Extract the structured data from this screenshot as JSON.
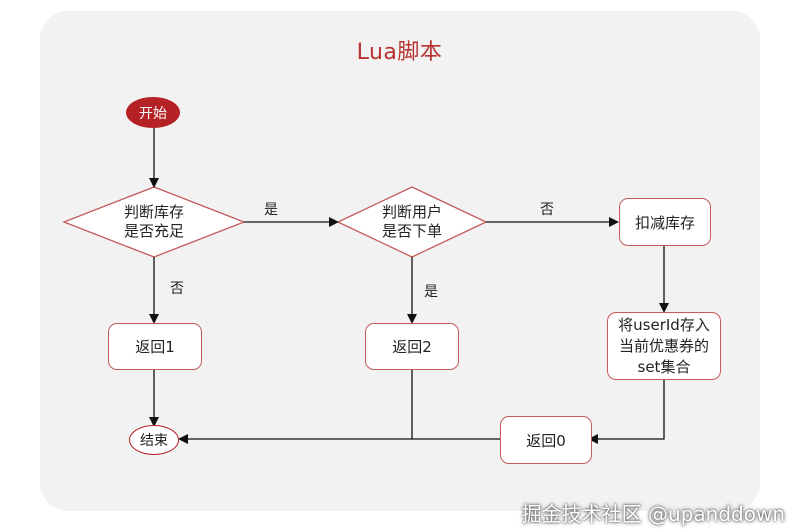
{
  "title": "Lua脚本",
  "nodes": {
    "start": "开始",
    "stock_check": "判断库存\n是否充足",
    "user_check": "判断用户\n是否下单",
    "deduct": "扣减库存",
    "ret1": "返回1",
    "ret2": "返回2",
    "save_set": "将userId存入\n当前优惠券的\nset集合",
    "ret0": "返回0",
    "end": "结束"
  },
  "edge_labels": {
    "stock_yes": "是",
    "stock_no": "否",
    "user_no": "否",
    "user_yes": "是"
  },
  "watermark": "掘金技术社区 @upanddown",
  "colors": {
    "accent": "#b52226",
    "title": "#b83232",
    "border": "#c45a5a",
    "panel": "#f2f2f2"
  }
}
